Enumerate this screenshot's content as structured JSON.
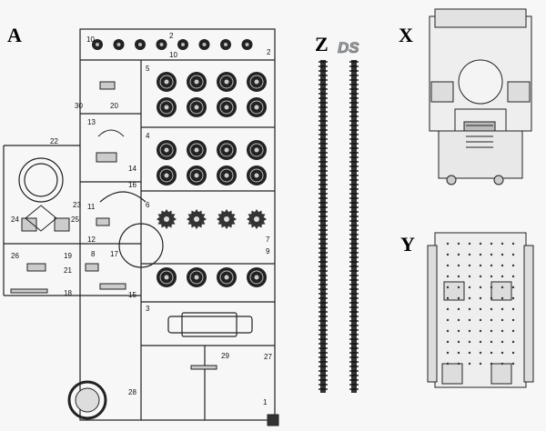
{
  "sprue_a": {
    "letter": "A",
    "part_numbers": [
      "10",
      "2",
      "10",
      "2",
      "5",
      "4",
      "6",
      "7",
      "9",
      "3",
      "30",
      "20",
      "22",
      "13",
      "14",
      "16",
      "23",
      "11",
      "24",
      "25",
      "12",
      "17",
      "26",
      "19",
      "21",
      "18",
      "15",
      "29",
      "27",
      "28",
      "1",
      "8"
    ]
  },
  "sprue_z": {
    "letter": "Z",
    "logo_text": "DS"
  },
  "part_x": {
    "letter": "X"
  },
  "part_y": {
    "letter": "Y"
  }
}
